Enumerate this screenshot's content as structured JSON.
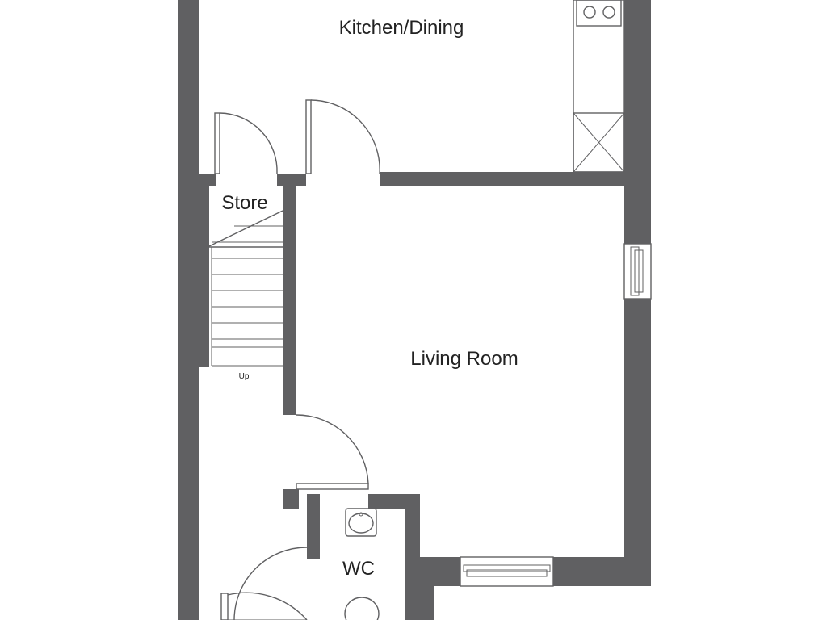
{
  "floorplan": {
    "rooms": {
      "kitchen_dining": "Kitchen/Dining",
      "store": "Store",
      "living_room": "Living Room",
      "wc": "WC"
    },
    "stairs_label": "Up"
  },
  "colors": {
    "wall": "#606062",
    "background": "#ffffff",
    "text": "#222222"
  }
}
